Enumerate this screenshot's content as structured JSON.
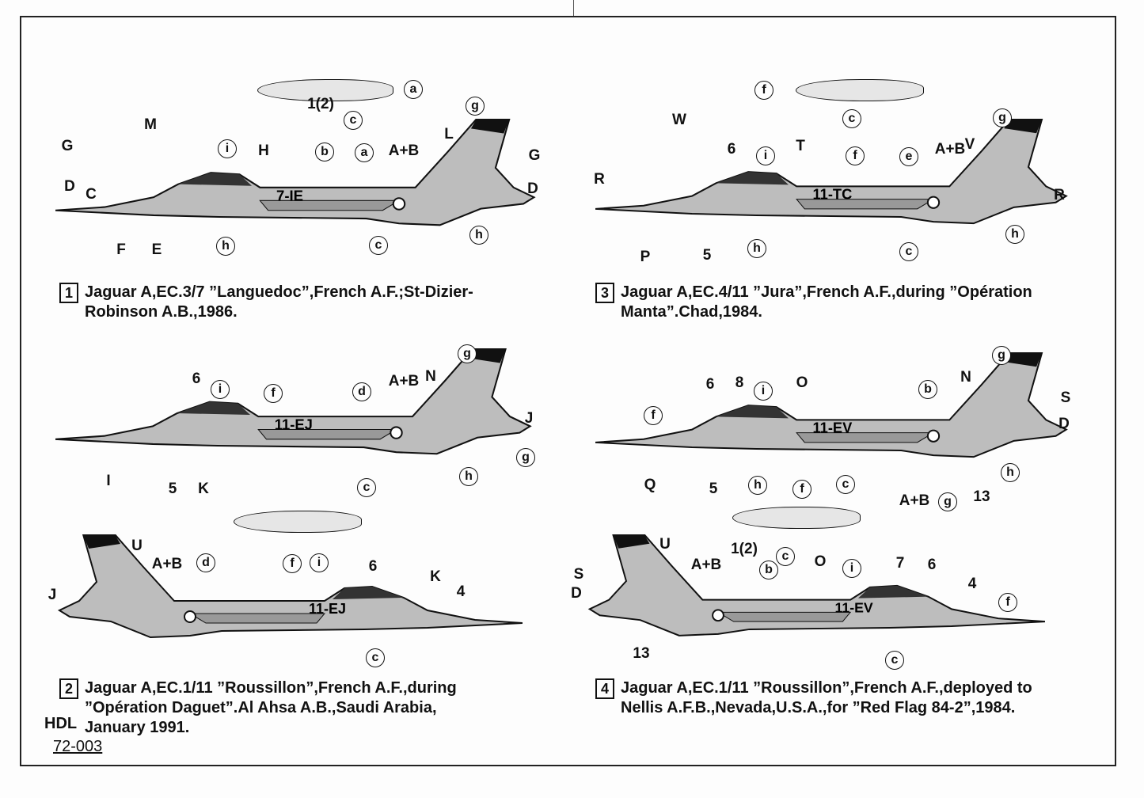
{
  "document": {
    "code": "72-003",
    "logo": "HDL"
  },
  "panels": [
    {
      "number": "1",
      "caption": [
        "Jaguar A,EC.3/7 ”Languedoc”,French A.F.;St-Dizier-",
        "Robinson A.B.,1986."
      ],
      "labels": [
        "M",
        "G",
        "D",
        "C",
        "F",
        "E",
        "H",
        "A+B",
        "L",
        "G",
        "D",
        "1(2)"
      ],
      "callouts": [
        "a",
        "c",
        "g",
        "i",
        "b",
        "a",
        "h",
        "c",
        "h"
      ]
    },
    {
      "number": "3",
      "caption": [
        "Jaguar A,EC.4/11 ”Jura”,French A.F.,during ”Opération",
        "Manta”.Chad,1984."
      ],
      "labels": [
        "W",
        "R",
        "6",
        "T",
        "A+B",
        "V",
        "R",
        "P",
        "5"
      ],
      "callouts": [
        "f",
        "c",
        "g",
        "i",
        "f",
        "e",
        "h",
        "c",
        "h"
      ]
    },
    {
      "number": "2",
      "caption": [
        "Jaguar A,EC.1/11 ”Roussillon”,French A.F.,during",
        "”Opération Daguet”.Al Ahsa A.B.,Saudi Arabia,",
        "January 1991."
      ],
      "labels": [
        "6",
        "A+B",
        "N",
        "J",
        "5",
        "K",
        "I",
        "U",
        "A+B",
        "J",
        "6",
        "K",
        "4"
      ],
      "callouts": [
        "g",
        "i",
        "f",
        "d",
        "h",
        "g",
        "c",
        "d",
        "f",
        "i",
        "c"
      ]
    },
    {
      "number": "4",
      "caption": [
        "Jaguar A,EC.1/11 ”Roussillon”,French A.F.,deployed to",
        "Nellis A.F.B.,Nevada,U.S.A.,for ”Red Flag 84-2”,1984."
      ],
      "labels": [
        "6",
        "8",
        "O",
        "N",
        "S",
        "D",
        "A+B",
        "13",
        "Q",
        "5",
        "U",
        "A+B",
        "S",
        "D",
        "O",
        "7",
        "6",
        "4",
        "13",
        "1(2)"
      ],
      "callouts": [
        "g",
        "i",
        "b",
        "f",
        "h",
        "c",
        "h",
        "g",
        "f",
        "c",
        "b",
        "i",
        "f",
        "c"
      ]
    }
  ],
  "markings": {
    "p1": "7-IE",
    "p3": "11-TC",
    "p2": "11-EJ",
    "p4": "11-EV"
  },
  "colors": {
    "ink": "#111111",
    "camo": "#bdbdbd",
    "paper": "#fdfdfd"
  }
}
